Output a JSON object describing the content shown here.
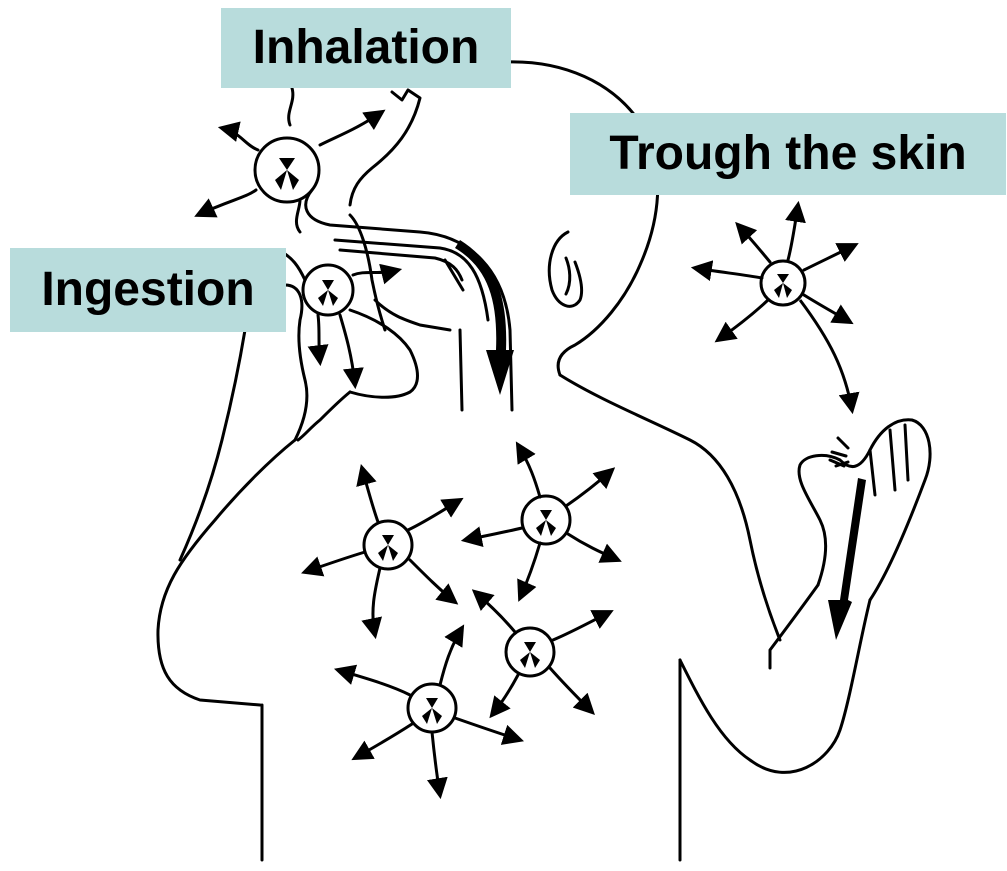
{
  "labels": {
    "inhalation": "Inhalation",
    "ingestion": "Ingestion",
    "skin": "Trough the skin"
  },
  "colors": {
    "label_background": "#b8dcdc",
    "ink": "#000000",
    "background": "#ffffff"
  },
  "icons": [
    "radiation-source-icon",
    "radiation-ray-arrow-icon",
    "pathway-arrow-icon"
  ]
}
